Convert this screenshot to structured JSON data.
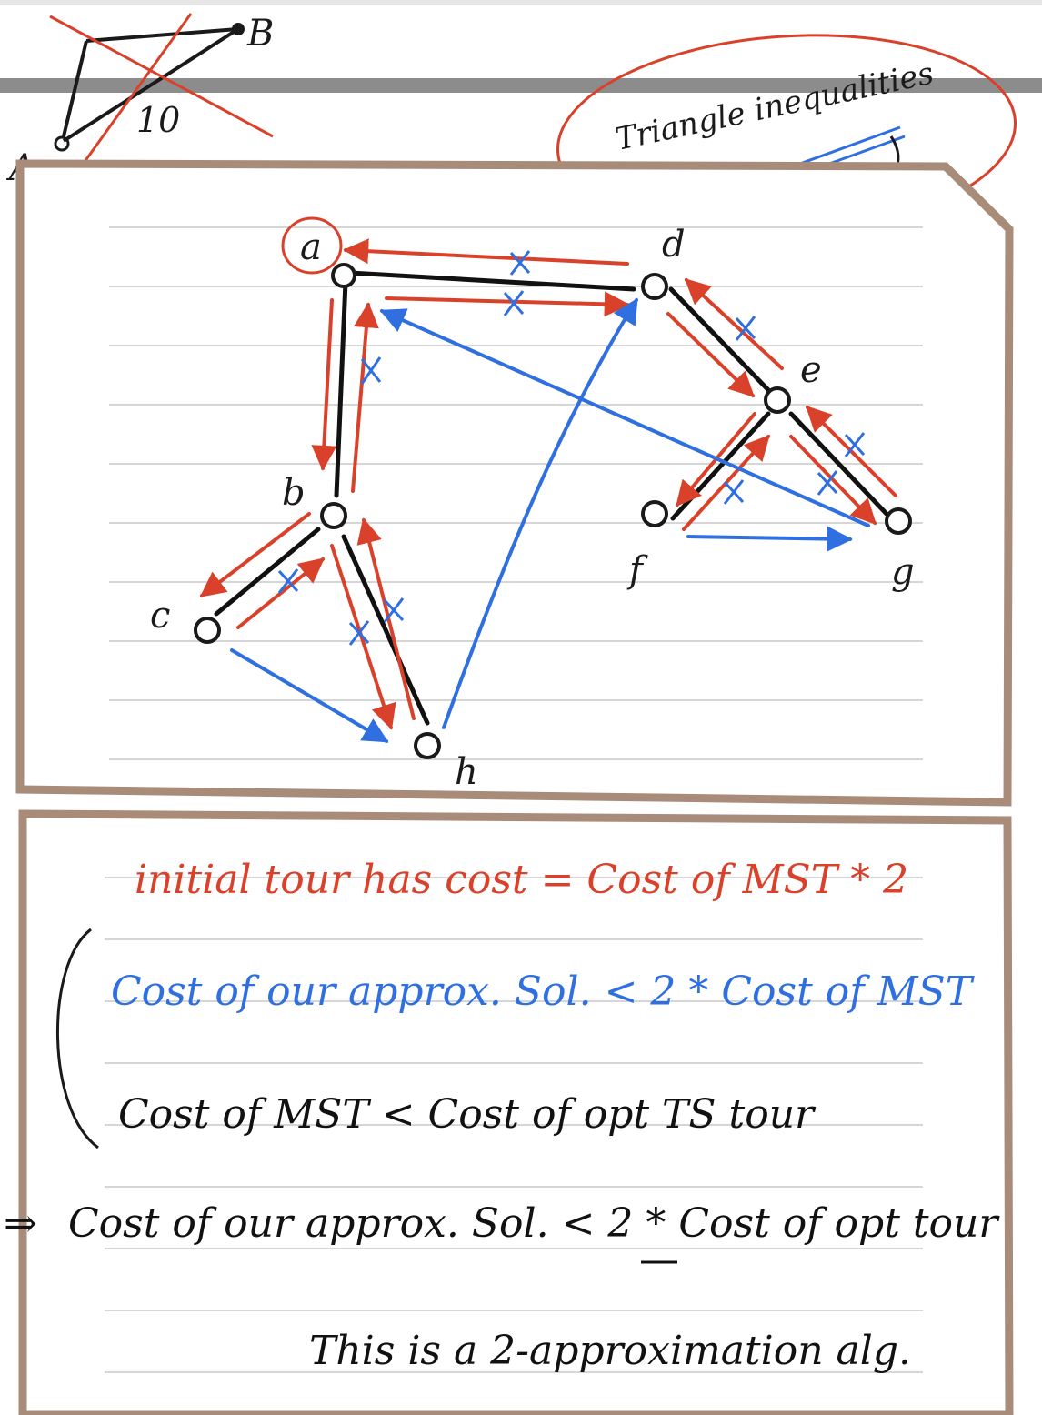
{
  "top_sketch": {
    "node_labels": {
      "A": "A",
      "B": "B"
    },
    "edge_weight": "10",
    "annotation": "Triangle inequalities"
  },
  "graph": {
    "nodes": [
      {
        "id": "a",
        "label": "a"
      },
      {
        "id": "b",
        "label": "b"
      },
      {
        "id": "c",
        "label": "c"
      },
      {
        "id": "d",
        "label": "d"
      },
      {
        "id": "e",
        "label": "e"
      },
      {
        "id": "f",
        "label": "f"
      },
      {
        "id": "g",
        "label": "g"
      },
      {
        "id": "h",
        "label": "h"
      }
    ],
    "mst_edges": [
      [
        "a",
        "b"
      ],
      [
        "a",
        "d"
      ],
      [
        "b",
        "c"
      ],
      [
        "b",
        "h"
      ],
      [
        "d",
        "e"
      ],
      [
        "e",
        "f"
      ],
      [
        "e",
        "g"
      ]
    ],
    "tour_shortcuts": [
      [
        "c",
        "h"
      ],
      [
        "h",
        "d"
      ],
      [
        "f",
        "g"
      ],
      [
        "g",
        "a"
      ]
    ],
    "colors": {
      "mst": "#111111",
      "walk": "#d9412b",
      "shortcut": "#2f6fe0",
      "paper_border": "#a98b7a"
    }
  },
  "notes": {
    "line1": "initial tour has cost = Cost of MST * 2",
    "line2": "Cost of our approx. Sol. < 2 * Cost of MST",
    "line3": "Cost of MST < Cost of opt TS tour",
    "line4_arrow": "⇒",
    "line4": "Cost of our approx. Sol. < 2 * Cost of opt tour",
    "line5": "This is a 2-approximation alg."
  }
}
